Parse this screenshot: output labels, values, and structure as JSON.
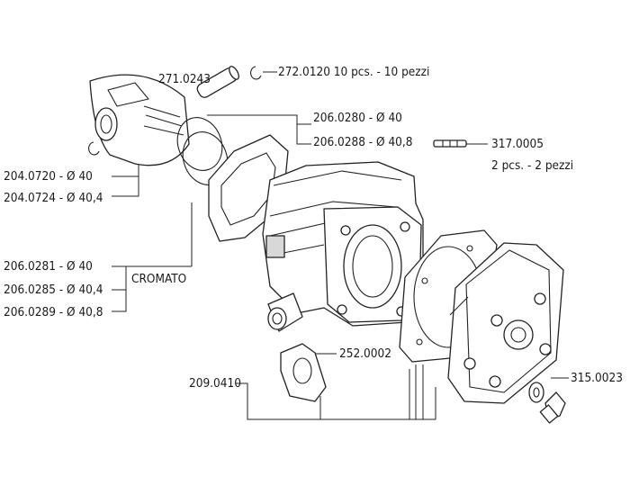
{
  "labels": {
    "l1": "271.0243",
    "l2": "272.0120  10 pcs. - 10 pezzi",
    "l3": "206.0280 - Ø 40",
    "l4": "206.0288 - Ø 40,8",
    "l5": "317.0005",
    "l6": "2 pcs. - 2 pezzi",
    "l7": "204.0720 - Ø 40",
    "l8": "204.0724 - Ø 40,4",
    "l9": "206.0281 - Ø 40",
    "l10": "206.0285 - Ø 40,4",
    "l11": "206.0289 - Ø 40,8",
    "l12": "CROMATO",
    "l13": "252.0002",
    "l14": "209.0410",
    "l15": "315.0023"
  }
}
